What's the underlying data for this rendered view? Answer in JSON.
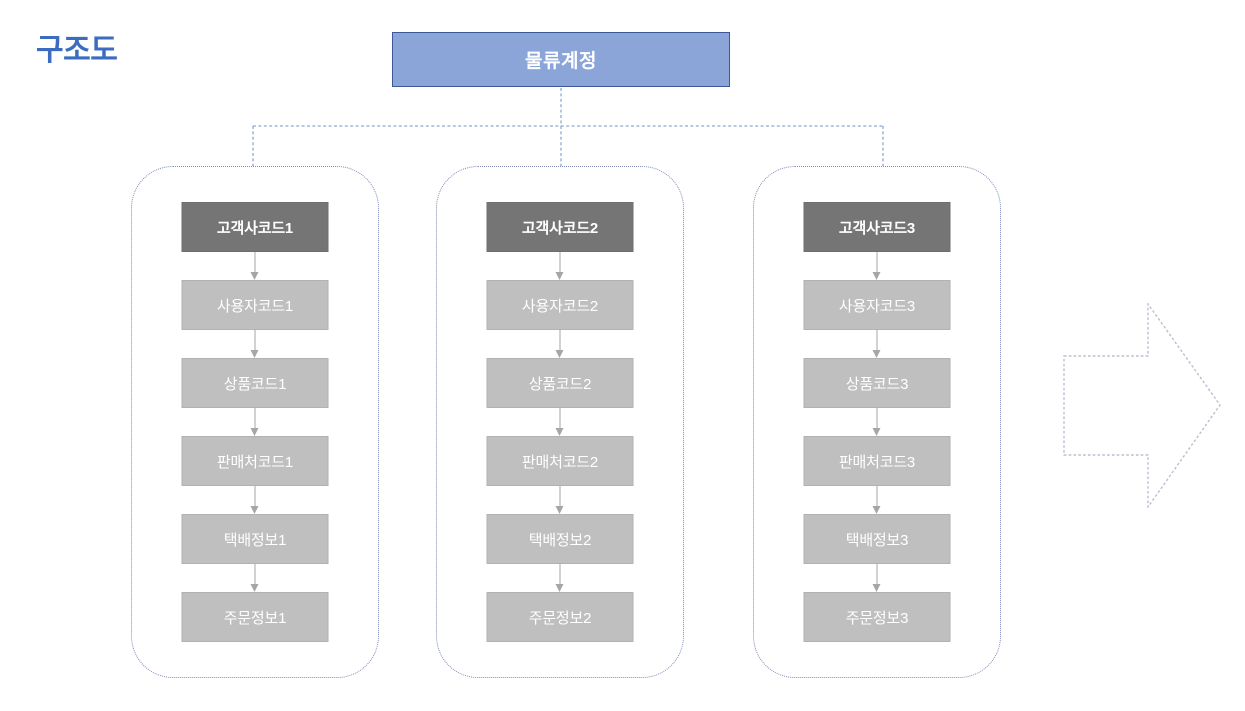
{
  "page": {
    "title": "구조도",
    "title_color": "#3C6CC0",
    "background": "#ffffff"
  },
  "diagram": {
    "type": "tree-flowchart",
    "root": {
      "label": "물류계정",
      "fill": "#8BA5D9",
      "border": "#3B5998",
      "text_color": "#ffffff"
    },
    "connector": {
      "style": "dashed",
      "color": "#8FA9CF"
    },
    "group_border": {
      "style": "dotted",
      "color": "#7D8BB5",
      "radius": "42px"
    },
    "node_styles": {
      "head_fill": "#757575",
      "node_fill": "#BFBFBF",
      "text_color": "#ffffff",
      "arrow_color": "#A6A6A6"
    },
    "groups": [
      {
        "id": "group-1",
        "nodes": [
          {
            "label": "고객사코드1",
            "emphasis": true
          },
          {
            "label": "사용자코드1",
            "emphasis": false
          },
          {
            "label": "상품코드1",
            "emphasis": false
          },
          {
            "label": "판매처코드1",
            "emphasis": false
          },
          {
            "label": "택배정보1",
            "emphasis": false
          },
          {
            "label": "주문정보1",
            "emphasis": false
          }
        ]
      },
      {
        "id": "group-2",
        "nodes": [
          {
            "label": "고객사코드2",
            "emphasis": true
          },
          {
            "label": "사용자코드2",
            "emphasis": false
          },
          {
            "label": "상품코드2",
            "emphasis": false
          },
          {
            "label": "판매처코드2",
            "emphasis": false
          },
          {
            "label": "택배정보2",
            "emphasis": false
          },
          {
            "label": "주문정보2",
            "emphasis": false
          }
        ]
      },
      {
        "id": "group-3",
        "nodes": [
          {
            "label": "고객사코드3",
            "emphasis": true
          },
          {
            "label": "사용자코드3",
            "emphasis": false
          },
          {
            "label": "상품코드3",
            "emphasis": false
          },
          {
            "label": "판매처코드3",
            "emphasis": false
          },
          {
            "label": "택배정보3",
            "emphasis": false
          },
          {
            "label": "주문정보3",
            "emphasis": false
          }
        ]
      }
    ],
    "next_arrow": {
      "name": "right-arrow-shape",
      "style": "dotted-outline",
      "color": "#B9BFCF",
      "label": ""
    }
  }
}
